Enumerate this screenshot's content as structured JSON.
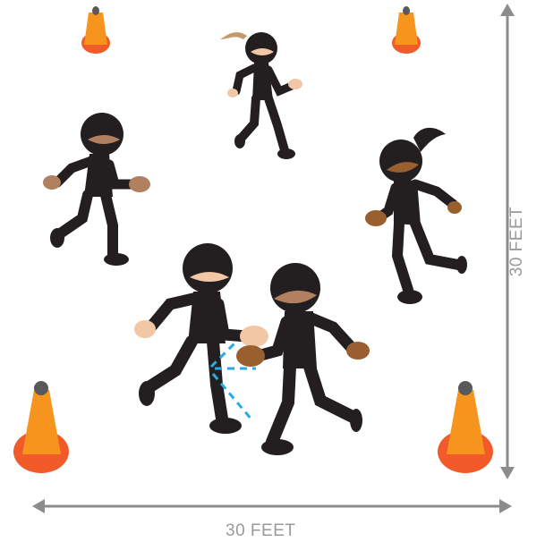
{
  "dimensions": {
    "width_label": "30 FEET",
    "height_label": "30 FEET"
  },
  "colors": {
    "ninja": "#231f20",
    "cone_orange": "#f7941d",
    "cone_base": "#f15a29",
    "cone_tip": "#58595b",
    "arrow_gray": "#8c8c8c",
    "skin_light": "#f2c7a5",
    "skin_tan": "#b08060",
    "skin_brown": "#9a5f2e",
    "hair_blonde": "#c49a6c",
    "tag_motion": "#29abe2"
  },
  "scene": {
    "cones": [
      "cone-top-left",
      "cone-top-right",
      "cone-bottom-left",
      "cone-bottom-right"
    ],
    "players": [
      "ninja-top-girl",
      "ninja-left",
      "ninja-right-girl",
      "ninja-center-tagger",
      "ninja-center-tagged"
    ]
  }
}
